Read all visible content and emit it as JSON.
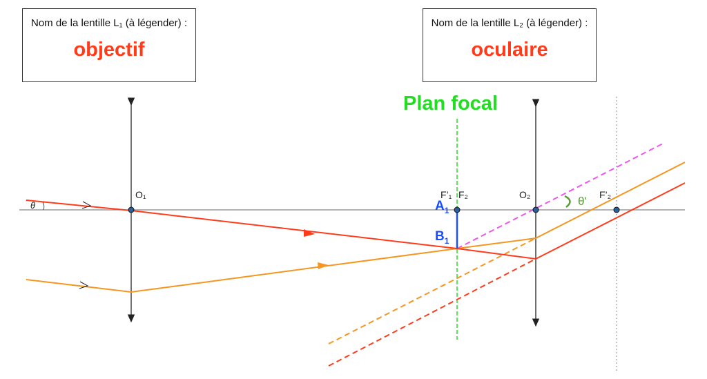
{
  "lens1": {
    "question": "Nom de la lentille L₁ (à légender) :",
    "answer": "objectif"
  },
  "lens2": {
    "question": "Nom de la lentille L₂ (à légender) :",
    "answer": "oculaire"
  },
  "focal_plane_label": "Plan focal",
  "points": {
    "O1": "O₁",
    "O2": "O₂",
    "F1p": "F’₁",
    "F2": "F₂",
    "F2p": "F’₂",
    "A1": "A",
    "A1sub": "1",
    "B1": "B",
    "B1sub": "1"
  },
  "angles": {
    "theta": "θ",
    "theta_prime": "θ'"
  },
  "colors": {
    "ray1": "#ff3b1a",
    "ray2": "#f5961e",
    "image": "#1a4fff",
    "focal": "#22dd22",
    "virtual": "#ee55ee",
    "answer": "#ff3b1a"
  }
}
